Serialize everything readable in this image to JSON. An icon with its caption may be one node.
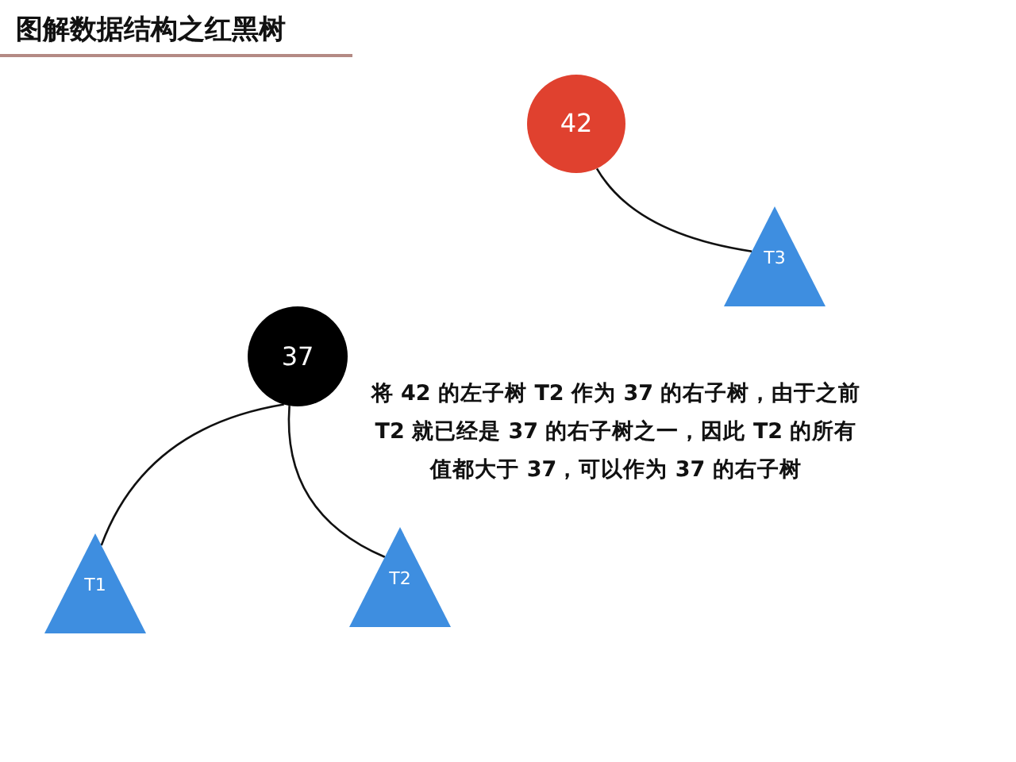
{
  "diagram": {
    "title": "图解数据结构之红黑树",
    "nodes": [
      {
        "text": [
          "42"
        ]
      },
      {
        "text": [
          "T3"
        ]
      },
      {
        "text": [
          "37"
        ]
      },
      {
        "text": [
          "T1"
        ]
      },
      {
        "text": [
          "T2"
        ]
      }
    ],
    "edges": [
      {
        "from": 0,
        "to": 1,
        "arrow": "none"
      },
      {
        "from": 2,
        "to": 3,
        "arrow": "none"
      },
      {
        "from": 2,
        "to": 4,
        "arrow": "none"
      }
    ],
    "labels": [
      "将 42 的左子树 T2 作为 37 的右子树，由于之前 T2 就已经是 37 的右子树之一，因此 T2 的所有值都大于 37，可以作为 37 的右子树"
    ]
  }
}
